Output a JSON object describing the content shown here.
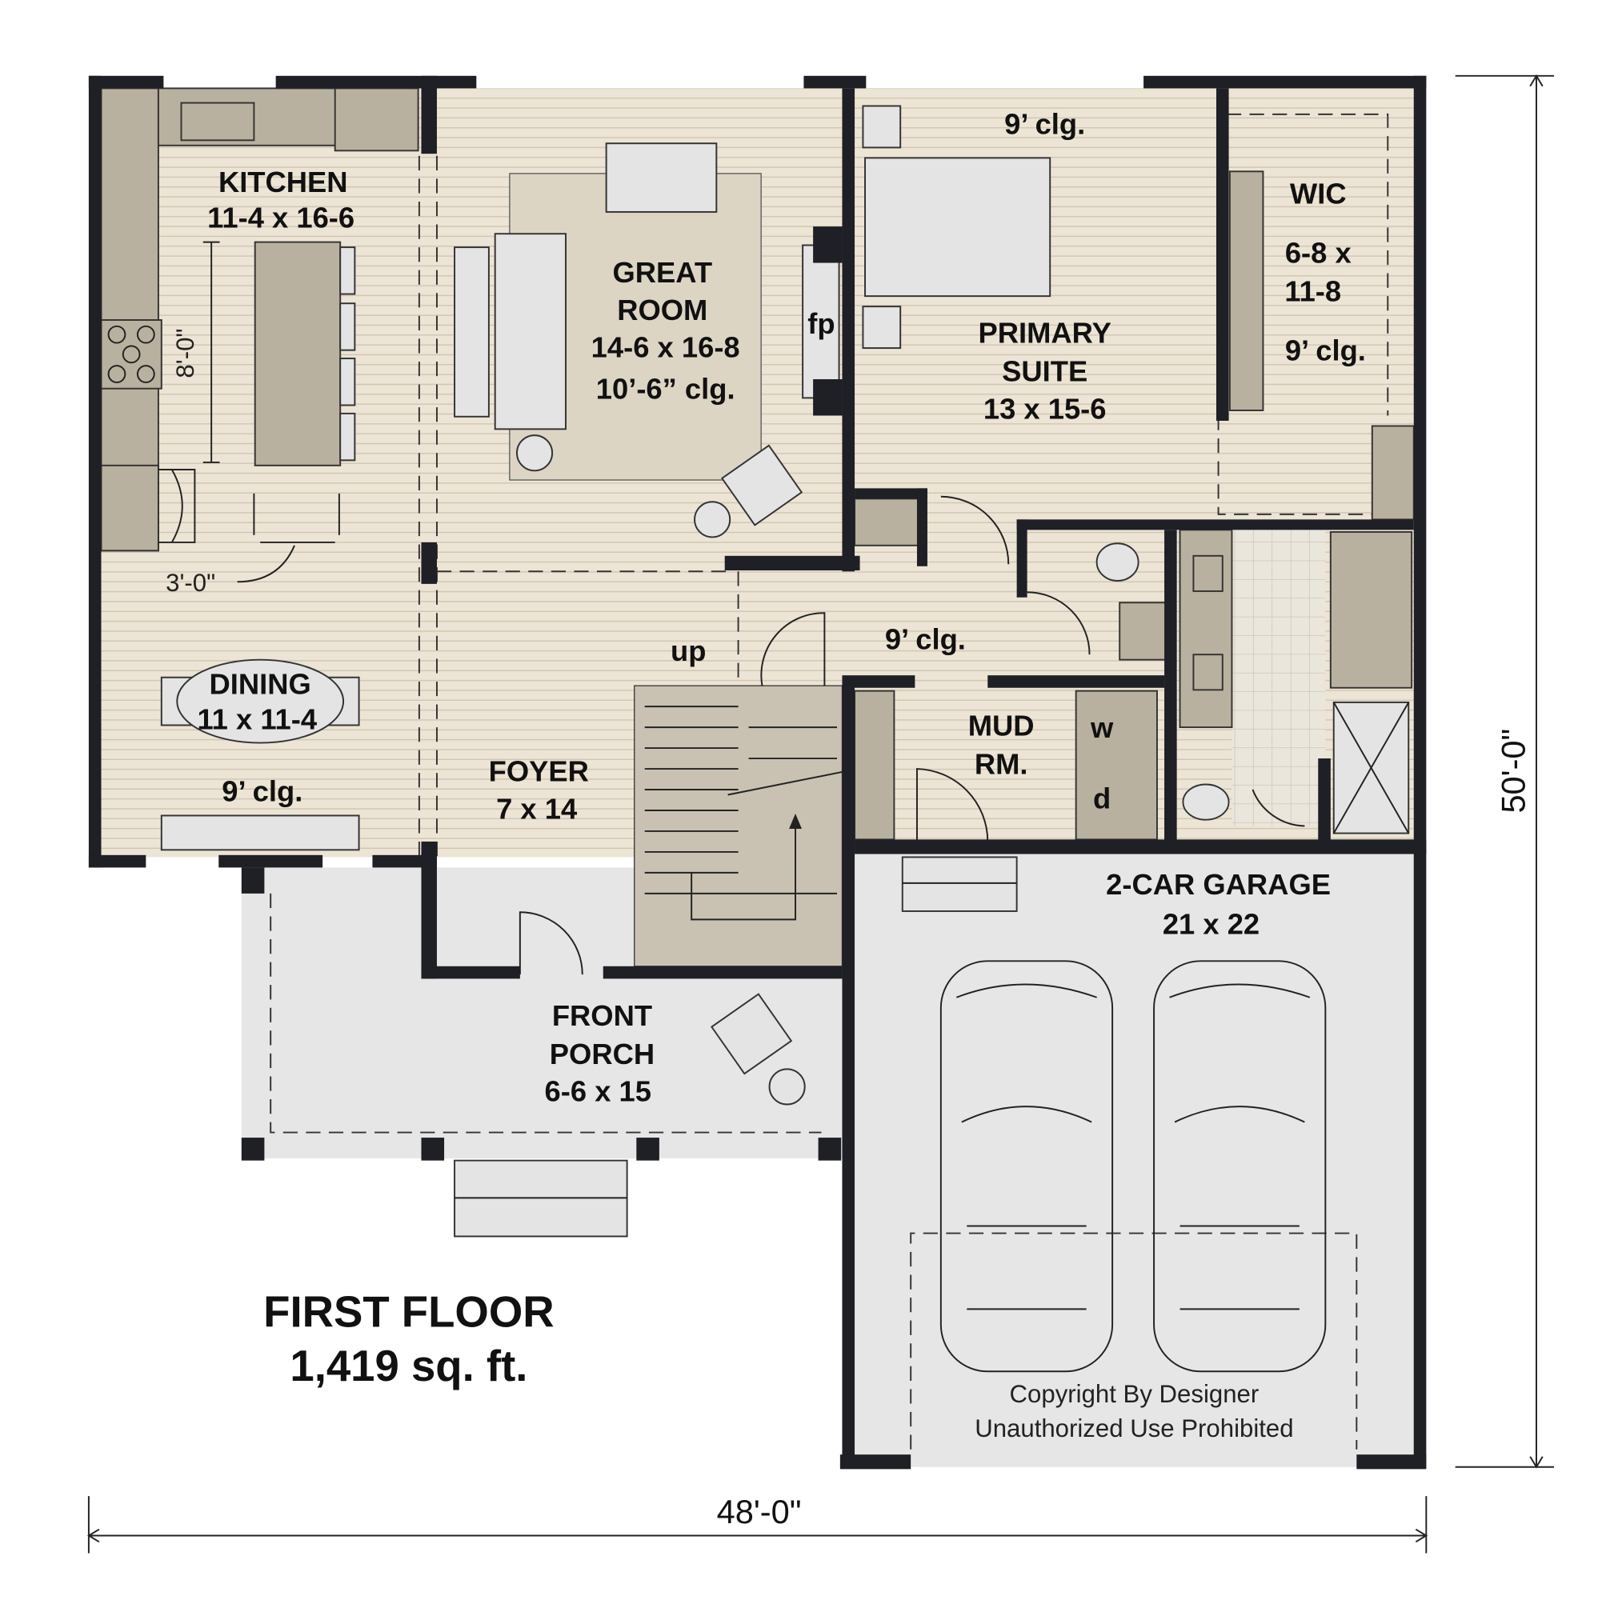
{
  "title": {
    "line1": "FIRST FLOOR",
    "line2": "1,419 sq. ft."
  },
  "dimensions": {
    "width": "48'-0\"",
    "depth": "50'-0\"",
    "island": "8'-0\"",
    "aisle": "3'-0\""
  },
  "rooms": {
    "kitchen": {
      "name": "KITCHEN",
      "size": "11-4 x 16-6"
    },
    "great_room": {
      "name1": "GREAT",
      "name2": "ROOM",
      "size": "14-6 x 16-8",
      "ceiling": "10’-6” clg.",
      "fireplace": "fp"
    },
    "primary_suite": {
      "ceiling": "9’ clg.",
      "name1": "PRIMARY",
      "name2": "SUITE",
      "size": "13 x 15-6"
    },
    "wic": {
      "name": "WIC",
      "size1": "6-8 x",
      "size2": "11-8",
      "ceiling": "9’ clg."
    },
    "hall": {
      "ceiling": "9’ clg.",
      "stairs": "up"
    },
    "dining": {
      "name": "DINING",
      "size": "11 x 11-4",
      "ceiling": "9’ clg."
    },
    "foyer": {
      "name": "FOYER",
      "size": "7 x 14"
    },
    "mud_room": {
      "name1": "MUD",
      "name2": "RM.",
      "washer": "w",
      "dryer": "d"
    },
    "garage": {
      "name": "2-CAR GARAGE",
      "size": "21 x 22"
    },
    "porch": {
      "name1": "FRONT",
      "name2": "PORCH",
      "size": "6-6 x 15"
    }
  },
  "copyright": {
    "line1": "Copyright By Designer",
    "line2": "Unauthorized Use Prohibited"
  },
  "colors": {
    "wall": "#1f1f26",
    "floor": "#ece4d4",
    "cabinet": "#b9b19f",
    "garage": "#e6e6e6"
  }
}
